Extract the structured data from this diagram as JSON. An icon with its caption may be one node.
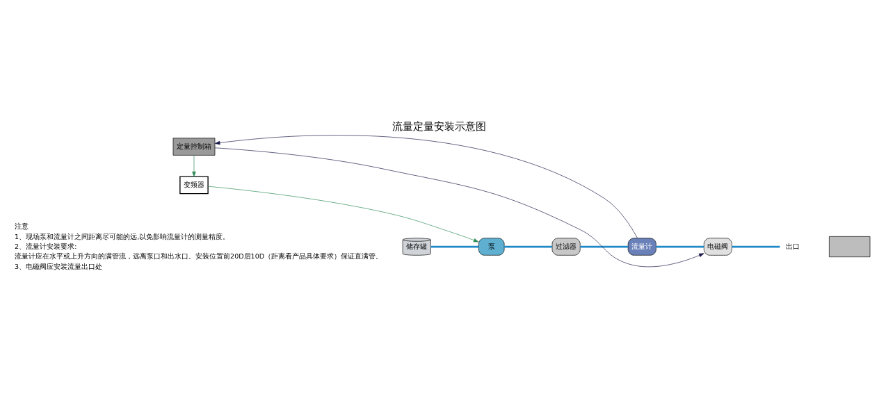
{
  "diagram": {
    "title": "流量定量安装示意图",
    "nodes": [
      {
        "text": [
          "储存罐"
        ]
      },
      {
        "text": [
          "泵"
        ]
      },
      {
        "text": [
          "过滤器"
        ]
      },
      {
        "text": [
          "流量计"
        ]
      },
      {
        "text": [
          "电磁阀"
        ]
      },
      {
        "text": [
          "出口"
        ]
      },
      {
        "text": [
          "定量控制箱"
        ]
      },
      {
        "text": [
          "变频器"
        ]
      },
      {
        "text": [],
        "shape": "box"
      }
    ],
    "edges": [
      {
        "from": 0,
        "to": 1,
        "arrow": "none"
      },
      {
        "from": 1,
        "to": 2,
        "arrow": "none"
      },
      {
        "from": 2,
        "to": 3,
        "arrow": "none"
      },
      {
        "from": 3,
        "to": 4,
        "arrow": "none"
      },
      {
        "from": 4,
        "to": 5,
        "arrow": "none"
      },
      {
        "from": 3,
        "to": 6,
        "arrow": "to",
        "color": "#1a1a4a"
      },
      {
        "from": 6,
        "to": 4,
        "arrow": "to",
        "color": "#1a1a4a"
      },
      {
        "from": 6,
        "to": 7,
        "arrow": "to",
        "color": "#2e8b57"
      },
      {
        "from": 7,
        "to": 1,
        "arrow": "to",
        "color": "#2e8b57"
      }
    ],
    "labels": [
      "注意",
      "1、现场泵和流量计之间距离尽可能的远,以免影响流量计的测量精度。",
      "2、流量计安装要求:",
      "流量计应在水平或上升方向的满管流，远离泵口和出水口。安装位置前20D后10D（距离看产品具体要求）保证直满管。",
      "3、电磁阀应安装流量出口处"
    ]
  }
}
